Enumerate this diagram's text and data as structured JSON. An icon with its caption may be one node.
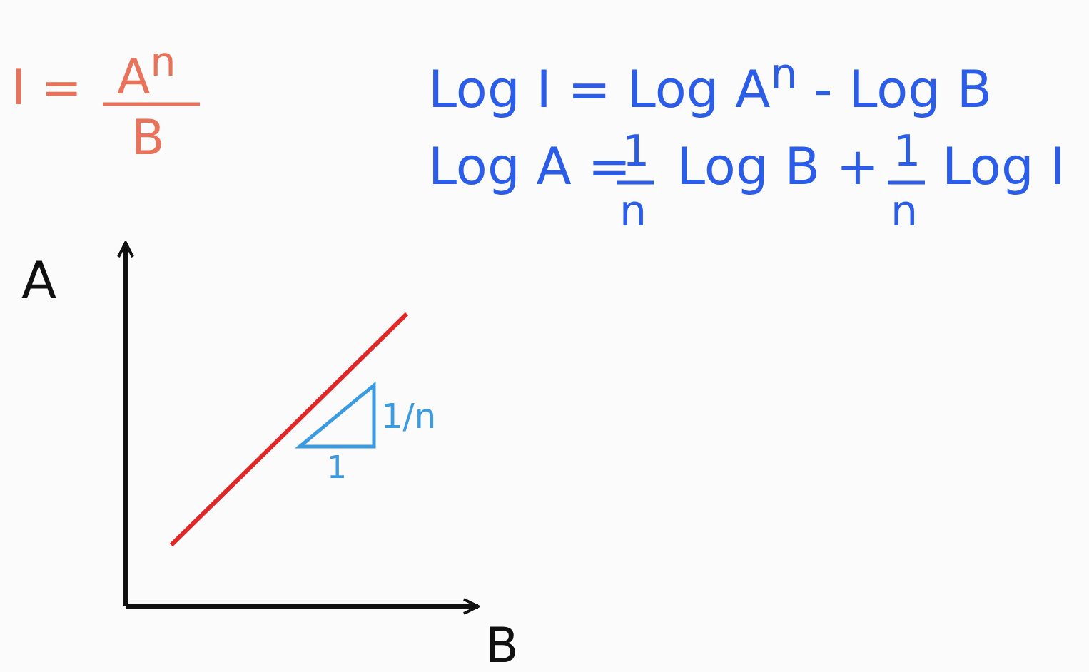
{
  "diagram": {
    "labels": [
      "I =",
      "A$^{n}$",
      "B",
      "Log I = Log A$^{n}$ - Log B",
      "Log A =",
      "1",
      "n",
      "Log B +",
      "1",
      "n",
      "Log I",
      "A",
      "1/n",
      "1",
      "B"
    ]
  }
}
